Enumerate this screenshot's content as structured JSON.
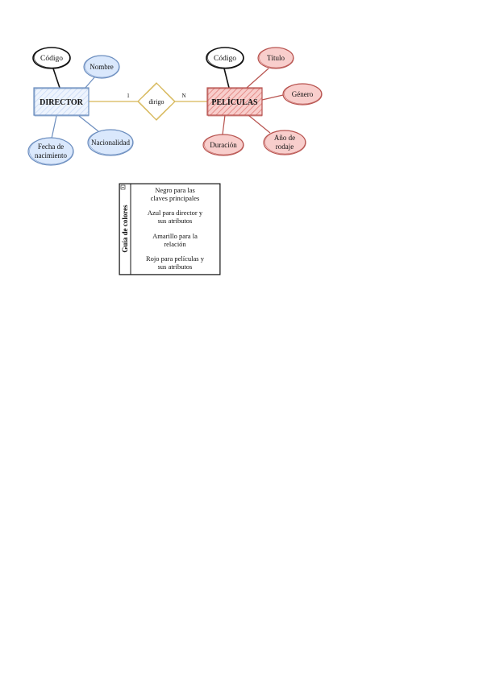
{
  "diagram": {
    "director": {
      "label": "DIRECTOR",
      "attributes": {
        "codigo": "Código",
        "nombre": "Nombre",
        "fecha_line1": "Fecha de",
        "fecha_line2": "nacimiento",
        "nacionalidad": "Nacionalidad"
      }
    },
    "relation": {
      "label": "dirigo",
      "card_left": "1",
      "card_right": "N"
    },
    "peliculas": {
      "label": "PELÍCULAS",
      "attributes": {
        "codigo": "Código",
        "titulo": "Título",
        "genero": "Género",
        "anio_line1": "Año de",
        "anio_line2": "rodaje",
        "duracion": "Duración"
      }
    },
    "legend": {
      "title": "Guía de colores",
      "line1a": "Negro para las",
      "line1b": "claves principales",
      "line2a": "Azul para director y",
      "line2b": "sus atributos",
      "line3a": "Amarillo para la",
      "line3b": "relación",
      "line4a": "Rojo para películas y",
      "line4b": "sus atributos"
    }
  },
  "colors": {
    "black": "#111111",
    "blue_stroke": "#6c8ebf",
    "blue_fill": "#dae8fc",
    "yellow_stroke": "#d6b656",
    "red_stroke": "#b85450",
    "red_fill": "#f8cecc"
  }
}
